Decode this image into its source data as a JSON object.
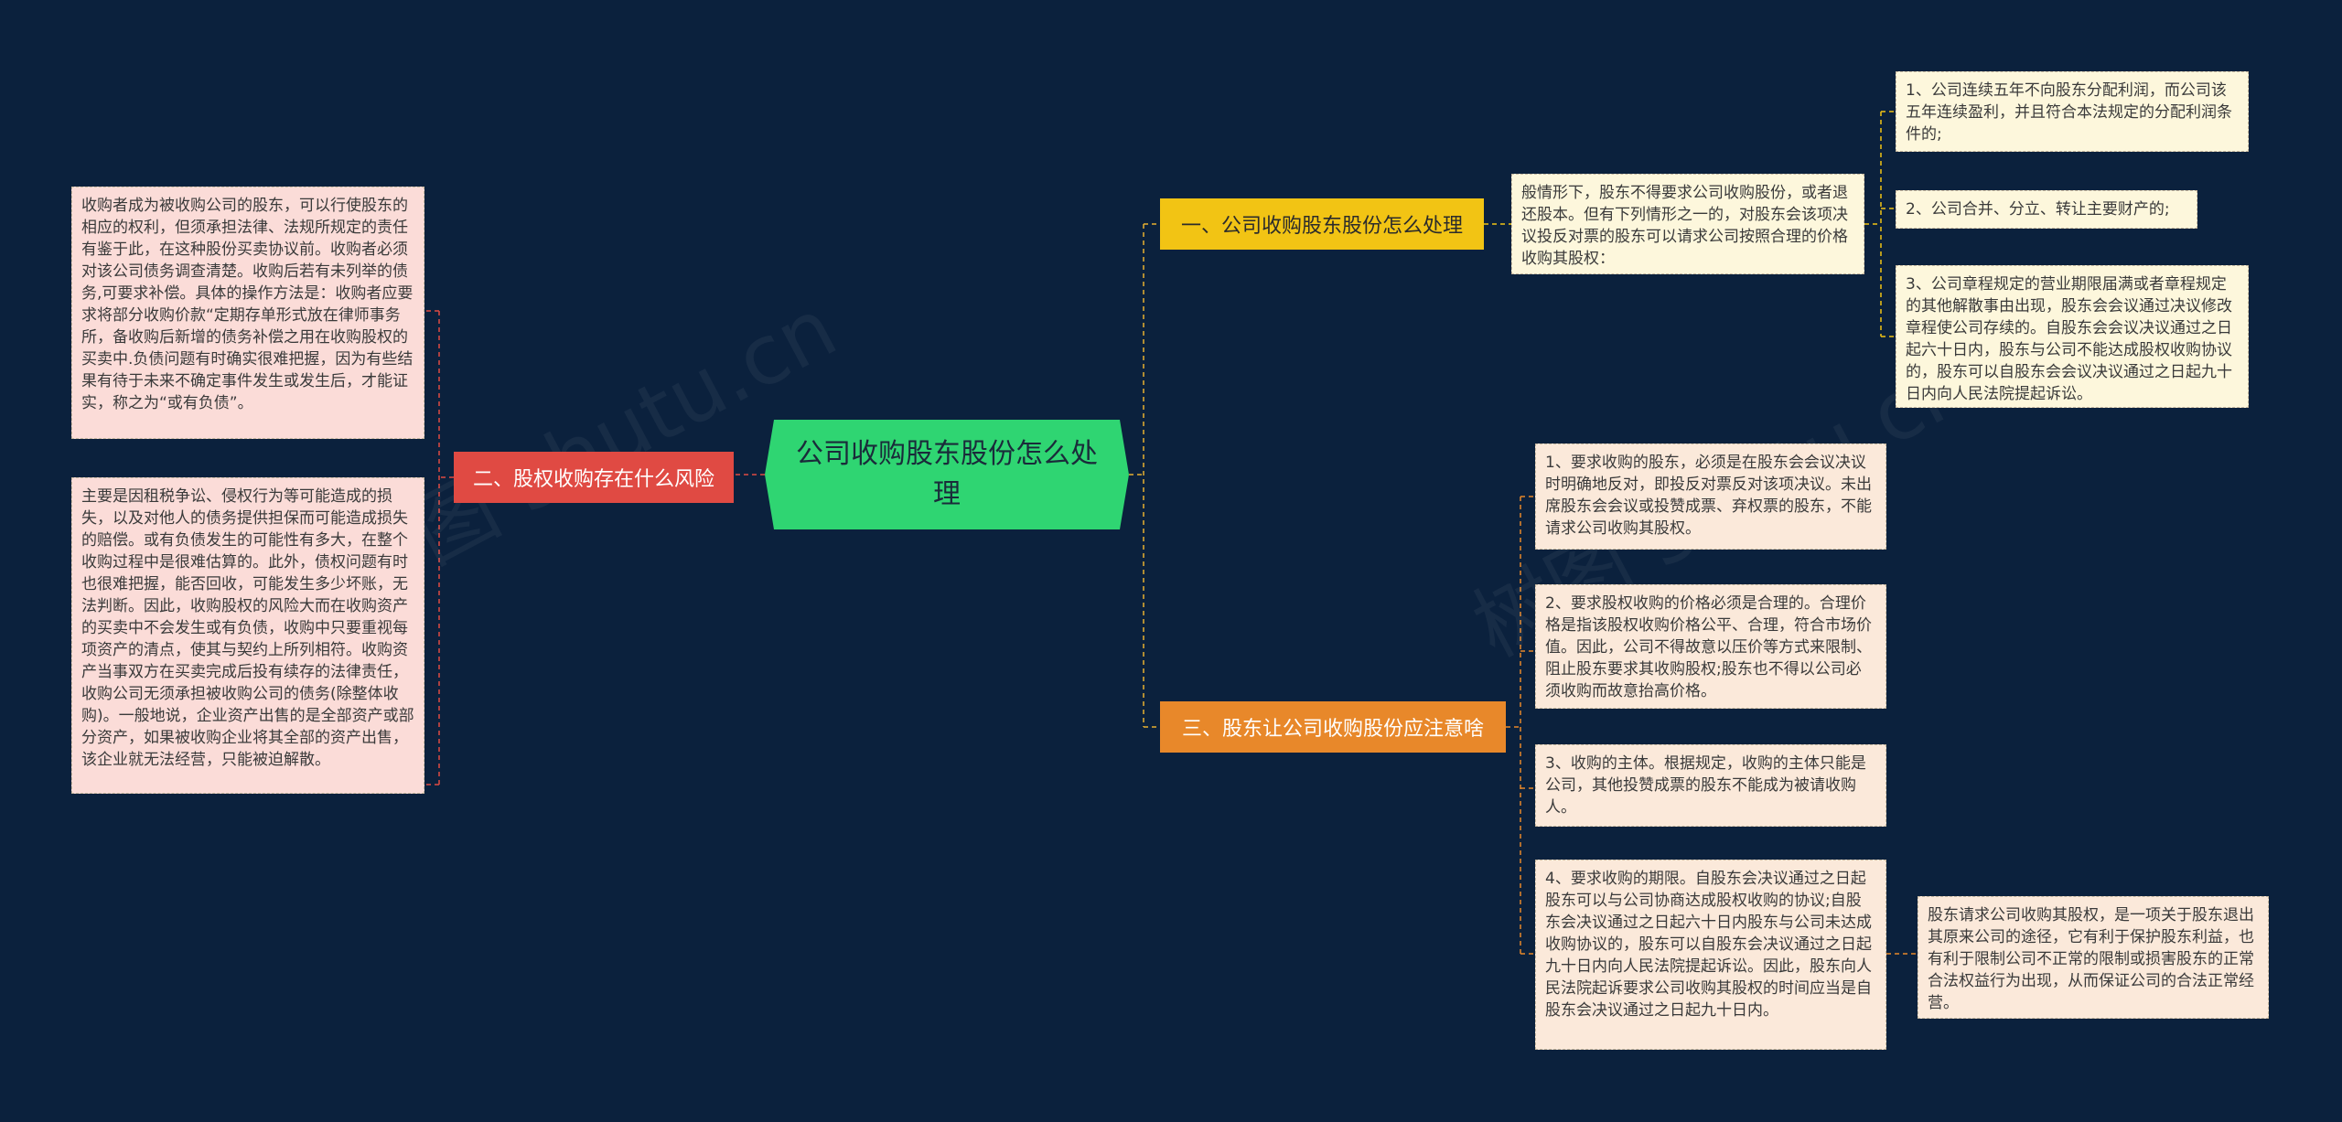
{
  "center": {
    "title": "公司收购股东股份怎么处理"
  },
  "topics": {
    "left": {
      "label": "二、股权收购存在什么风险",
      "leaves": [
        "收购者成为被收购公司的股东，可以行使股东的相应的权利，但须承担法律、法规所规定的责任有鉴于此，在这种股份买卖协议前。收购者必须对该公司债务调查清楚。收购后若有未列举的债务,可要求补偿。具体的操作方法是：收购者应要求将部分收购价款“定期存单形式放在律师事务所，备收购后新增的债务补偿之用在收购股权的买卖中.负债问题有时确实很难把握，因为有些结果有待于未来不确定事件发生或发生后，才能证实，称之为“或有负债”。",
        "主要是因租税争讼、侵权行为等可能造成的损失，以及对他人的债务提供担保而可能造成损失的赔偿。或有负债发生的可能性有多大，在整个收购过程中是很难估算的。此外，债权问题有时也很难把握，能否回收，可能发生多少坏账，无法判断。因此，收购股权的风险大而在收购资产的买卖中不会发生或有负债，收购中只要重视每项资产的清点，使其与契约上所列相符。收购资产当事双方在买卖完成后投有续存的法律责任，收购公司无须承担被收购公司的债务(除整体收购)。一般地说，企业资产出售的是全部资产或部分资产，如果被收购企业将其全部的资产出售，该企业就无法经营，只能被迫解散。"
      ]
    },
    "right_top": {
      "label": "一、公司收购股东股份怎么处理",
      "middle": "般情形下，股东不得要求公司收购股份，或者退还股本。但有下列情形之一的，对股东会该项决议投反对票的股东可以请求公司按照合理的价格收购其股权：",
      "leaves": [
        "1、公司连续五年不向股东分配利润，而公司该五年连续盈利，并且符合本法规定的分配利润条件的;",
        "2、公司合并、分立、转让主要财产的;",
        "3、公司章程规定的营业期限届满或者章程规定的其他解散事由出现，股东会会议通过决议修改章程使公司存续的。自股东会会议决议通过之日起六十日内，股东与公司不能达成股权收购协议的，股东可以自股东会会议决议通过之日起九十日内向人民法院提起诉讼。"
      ]
    },
    "right_bottom": {
      "label": "三、股东让公司收购股份应注意啥",
      "leaves": [
        "1、要求收购的股东，必须是在股东会会议决议时明确地反对，即投反对票反对该项决议。未出席股东会会议或投赞成票、弃权票的股东，不能请求公司收购其股权。",
        "2、要求股权收购的价格必须是合理的。合理价格是指该股权收购价格公平、合理，符合市场价值。因此，公司不得故意以压价等方式来限制、阻止股东要求其收购股权;股东也不得以公司必须收购而故意抬高价格。",
        "3、收购的主体。根据规定，收购的主体只能是公司，其他投赞成票的股东不能成为被请收购人。",
        "4、要求收购的期限。自股东会决议通过之日起股东可以与公司协商达成股权收购的协议;自股东会决议通过之日起六十日内股东与公司未达成收购协议的，股东可以自股东会决议通过之日起九十日内向人民法院提起诉讼。因此，股东向人民法院起诉要求公司收购其股权的时间应当是自股东会决议通过之日起九十日内。"
      ],
      "extra": "股东请求公司收购其股权，是一项关于股东退出其原来公司的途径，它有利于保护股东利益，也有利于限制公司不正常的限制或损害股东的正常合法权益行为出现，从而保证公司的合法正常经营。"
    }
  },
  "colors": {
    "background": "#0b213d",
    "center": "#2fd572",
    "topic_red": "#e04a43",
    "topic_yellow": "#f2c414",
    "topic_orange": "#e8882a"
  }
}
